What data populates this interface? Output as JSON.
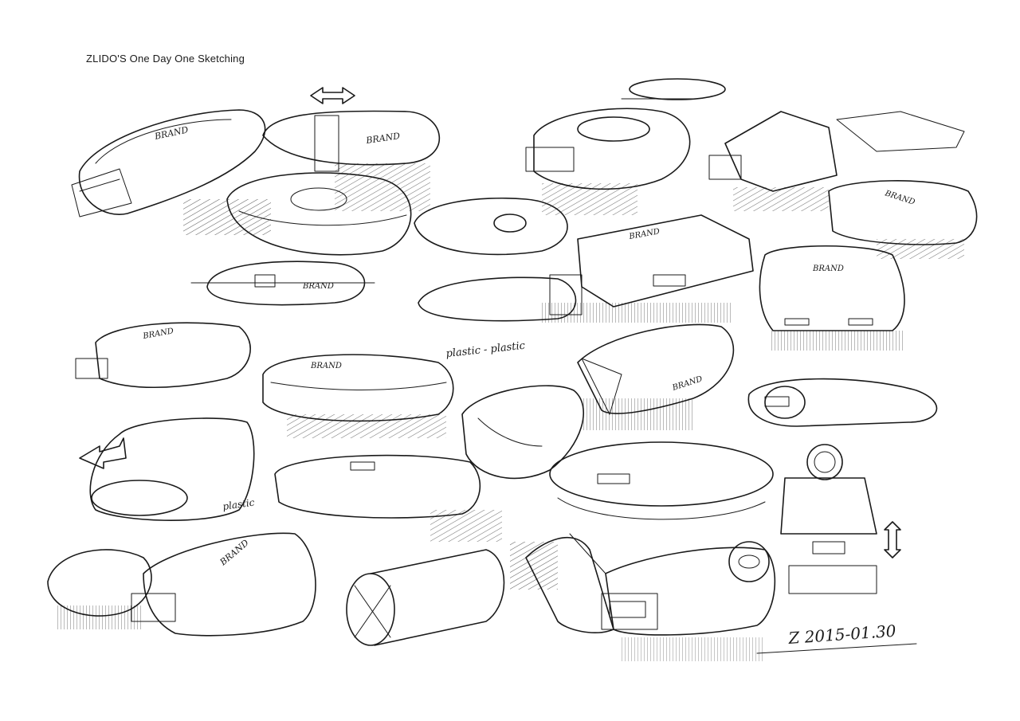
{
  "title": "ZLIDO'S One Day One Sketching",
  "labels": {
    "brand": "BRAND",
    "plastic_note": "plastic - plastic",
    "plastic_note_2": "plastic",
    "signature": "Z 2015-01.30"
  }
}
